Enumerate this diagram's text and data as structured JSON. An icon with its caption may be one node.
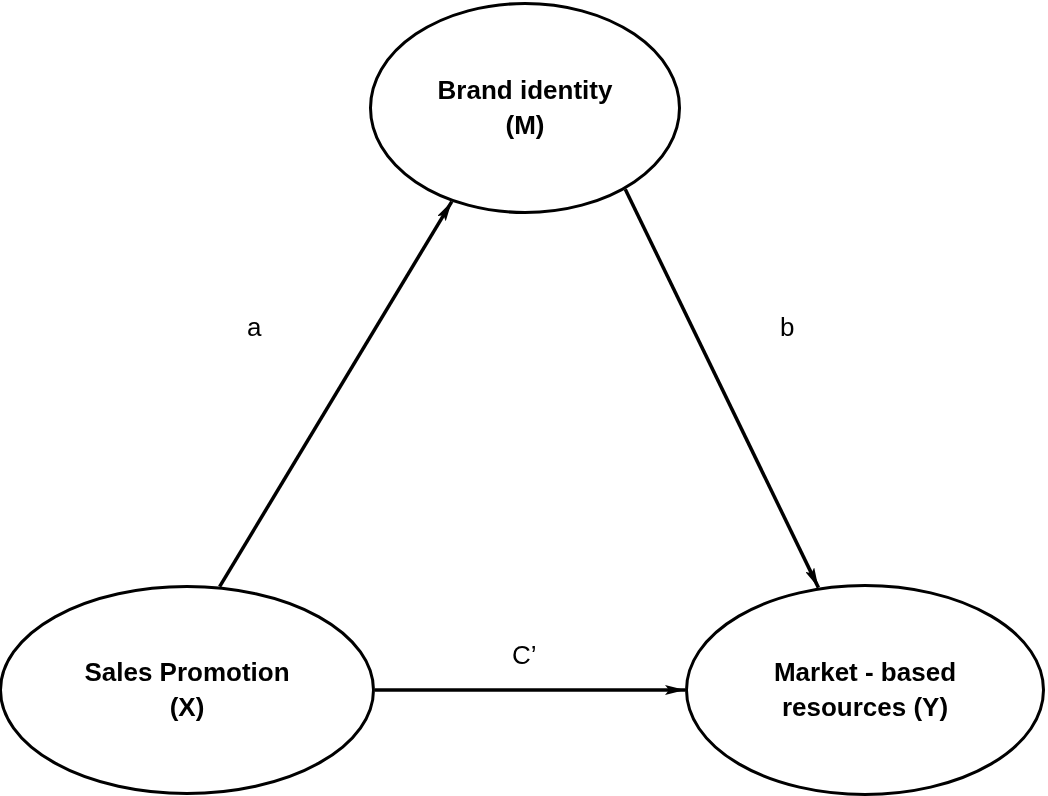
{
  "diagram": {
    "nodes": [
      {
        "text": [
          "Brand identity (M)"
        ]
      },
      {
        "text": [
          "Sales Promotion (X)"
        ]
      },
      {
        "text": [
          "Market - based resources (Y)"
        ]
      }
    ],
    "edges": [
      {
        "from": 1,
        "to": 0,
        "arrow": "to",
        "label": "a"
      },
      {
        "from": 0,
        "to": 2,
        "arrow": "to",
        "label": "b"
      },
      {
        "from": 1,
        "to": 2,
        "arrow": "to",
        "label": "C’"
      }
    ]
  }
}
